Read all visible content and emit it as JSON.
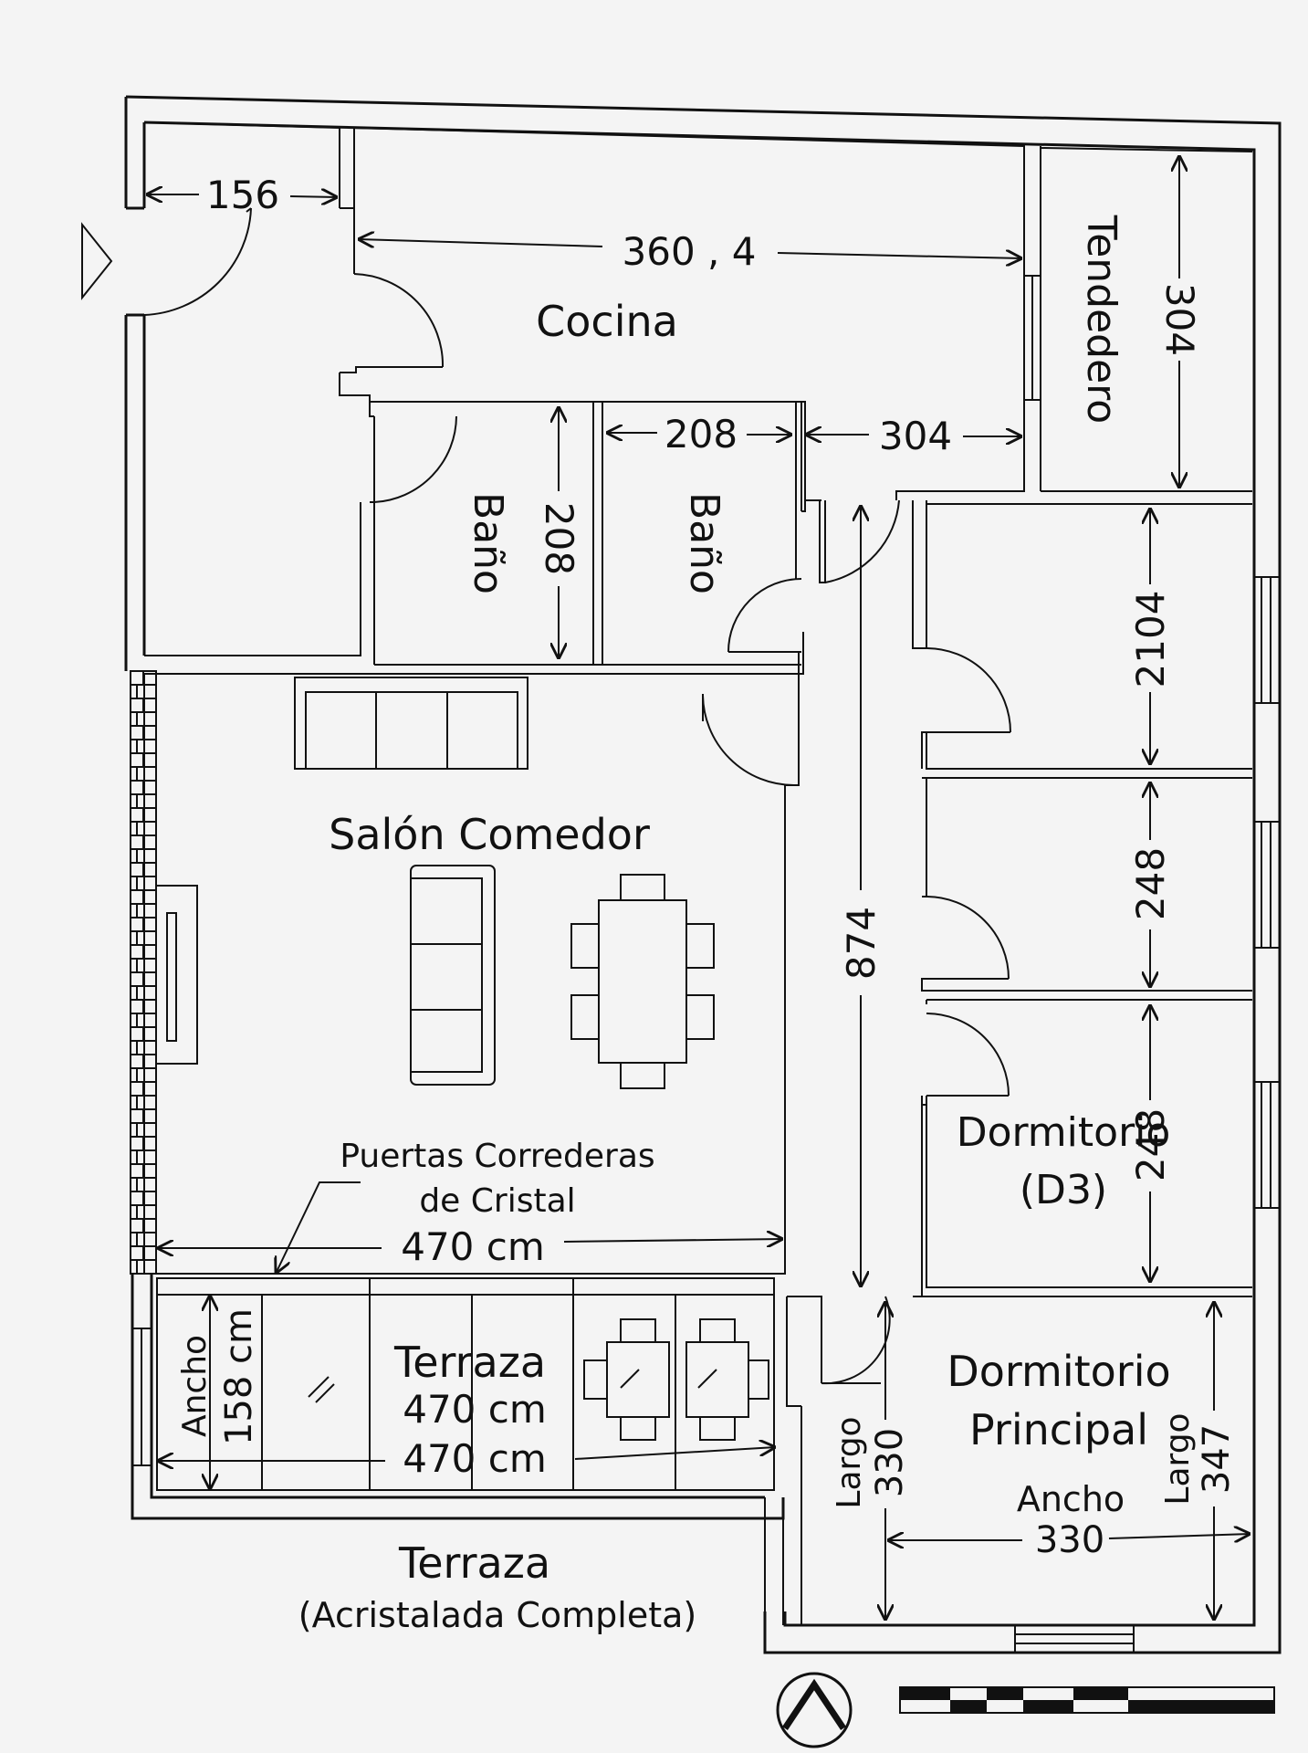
{
  "rooms": {
    "cocina": "Cocina",
    "tendedero": "Tendedero",
    "bano_1": "Baño",
    "bano_2": "Baño",
    "salon": "Salón Comedor",
    "dormitorio_d3_line1": "Dormitorio",
    "dormitorio_d3_line2": "(D3)",
    "dormitorio_principal_line1": "Dormitorio",
    "dormitorio_principal_line2": "Principal",
    "terraza_interior": "Terraza",
    "terraza_exterior": "Terraza",
    "terraza_exterior_note": "(Acristalada Completa)"
  },
  "annotations": {
    "puertas_line1": "Puertas Correderas",
    "puertas_line2": "de Cristal"
  },
  "dimensions": {
    "entrada_ancho": "156",
    "cocina_largo": "360 , 4",
    "tendedero_alto": "304",
    "pasillo_304": "304",
    "bano2_ancho": "208",
    "bano1_alto": "208",
    "d1_alto": "2104",
    "d2_alto": "248",
    "d3_alto": "248",
    "pasillo_largo": "874",
    "salon_ancho": "470 cm",
    "terraza_ancho_label": "Ancho",
    "terraza_ancho_value": "158 cm",
    "terraza_largo_1": "470 cm",
    "terraza_largo_2": "470 cm",
    "principal_largo_left_label": "Largo",
    "principal_largo_left_value": "330",
    "principal_largo_right_label": "Largo",
    "principal_largo_right_value": "347",
    "principal_ancho_label": "Ancho",
    "principal_ancho_value": "330"
  }
}
